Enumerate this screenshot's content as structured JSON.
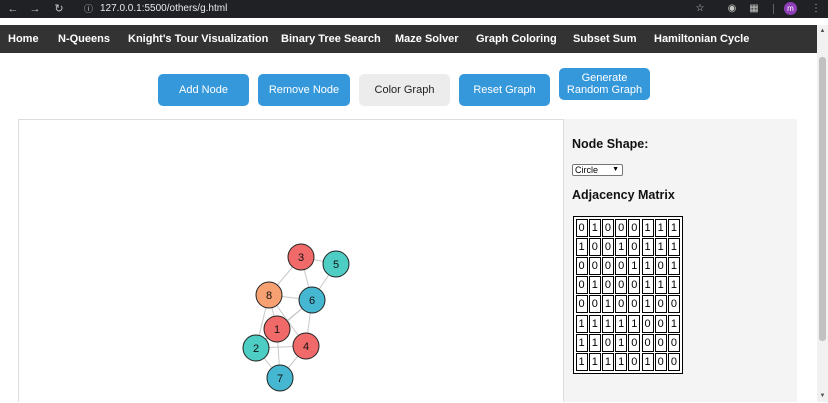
{
  "browser": {
    "url": "127.0.0.1:5500/others/g.html",
    "profile_initial": "m"
  },
  "navbar": {
    "links": [
      "Home",
      "N-Queens",
      "Knight's Tour Visualization",
      "Binary Tree Search",
      "Maze Solver",
      "Graph Coloring",
      "Subset Sum",
      "Hamiltonian Cycle"
    ]
  },
  "toolbar": {
    "add_node": "Add Node",
    "remove_node": "Remove Node",
    "color_graph": "Color Graph",
    "reset_graph": "Reset Graph",
    "generate_line1": "Generate",
    "generate_line2": "Random Graph"
  },
  "panel": {
    "node_shape_heading": "Node Shape:",
    "node_shape_selected": "Circle",
    "matrix_heading": "Adjacency Matrix"
  },
  "colors": {
    "red": "#f16a6a",
    "teal": "#4ecdc4",
    "blue": "#45b7d1",
    "orange": "#f7a072",
    "button_blue": "#3498db",
    "navbar": "#333333"
  },
  "graph": {
    "nodes": [
      {
        "label": "1",
        "color": "red"
      },
      {
        "label": "2",
        "color": "teal"
      },
      {
        "label": "3",
        "color": "red"
      },
      {
        "label": "4",
        "color": "red"
      },
      {
        "label": "5",
        "color": "teal"
      },
      {
        "label": "6",
        "color": "blue"
      },
      {
        "label": "7",
        "color": "blue"
      },
      {
        "label": "8",
        "color": "orange"
      }
    ]
  },
  "adjacency_matrix": [
    [
      0,
      1,
      0,
      0,
      0,
      1,
      1,
      1
    ],
    [
      1,
      0,
      0,
      1,
      0,
      1,
      1,
      1
    ],
    [
      0,
      0,
      0,
      0,
      1,
      1,
      0,
      1
    ],
    [
      0,
      1,
      0,
      0,
      0,
      1,
      1,
      1
    ],
    [
      0,
      0,
      1,
      0,
      0,
      1,
      0,
      0
    ],
    [
      1,
      1,
      1,
      1,
      1,
      0,
      0,
      1
    ],
    [
      1,
      1,
      0,
      1,
      0,
      0,
      0,
      0
    ],
    [
      1,
      1,
      1,
      1,
      0,
      1,
      0,
      0
    ]
  ]
}
